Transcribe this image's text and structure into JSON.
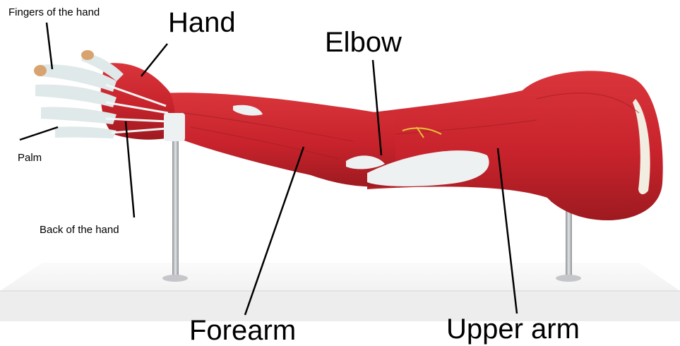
{
  "labels": {
    "fingers": "Fingers of the hand",
    "hand": "Hand",
    "elbow": "Elbow",
    "palm": "Palm",
    "back_of_hand": "Back of the hand",
    "forearm": "Forearm",
    "upper_arm": "Upper arm"
  },
  "colors": {
    "muscle": "#c8232c",
    "muscle_dark": "#9e1a20",
    "tendon": "#e9eeee",
    "stand": "#f4f4f4",
    "pole": "#b9bcbf",
    "leader_line": "#000000"
  }
}
